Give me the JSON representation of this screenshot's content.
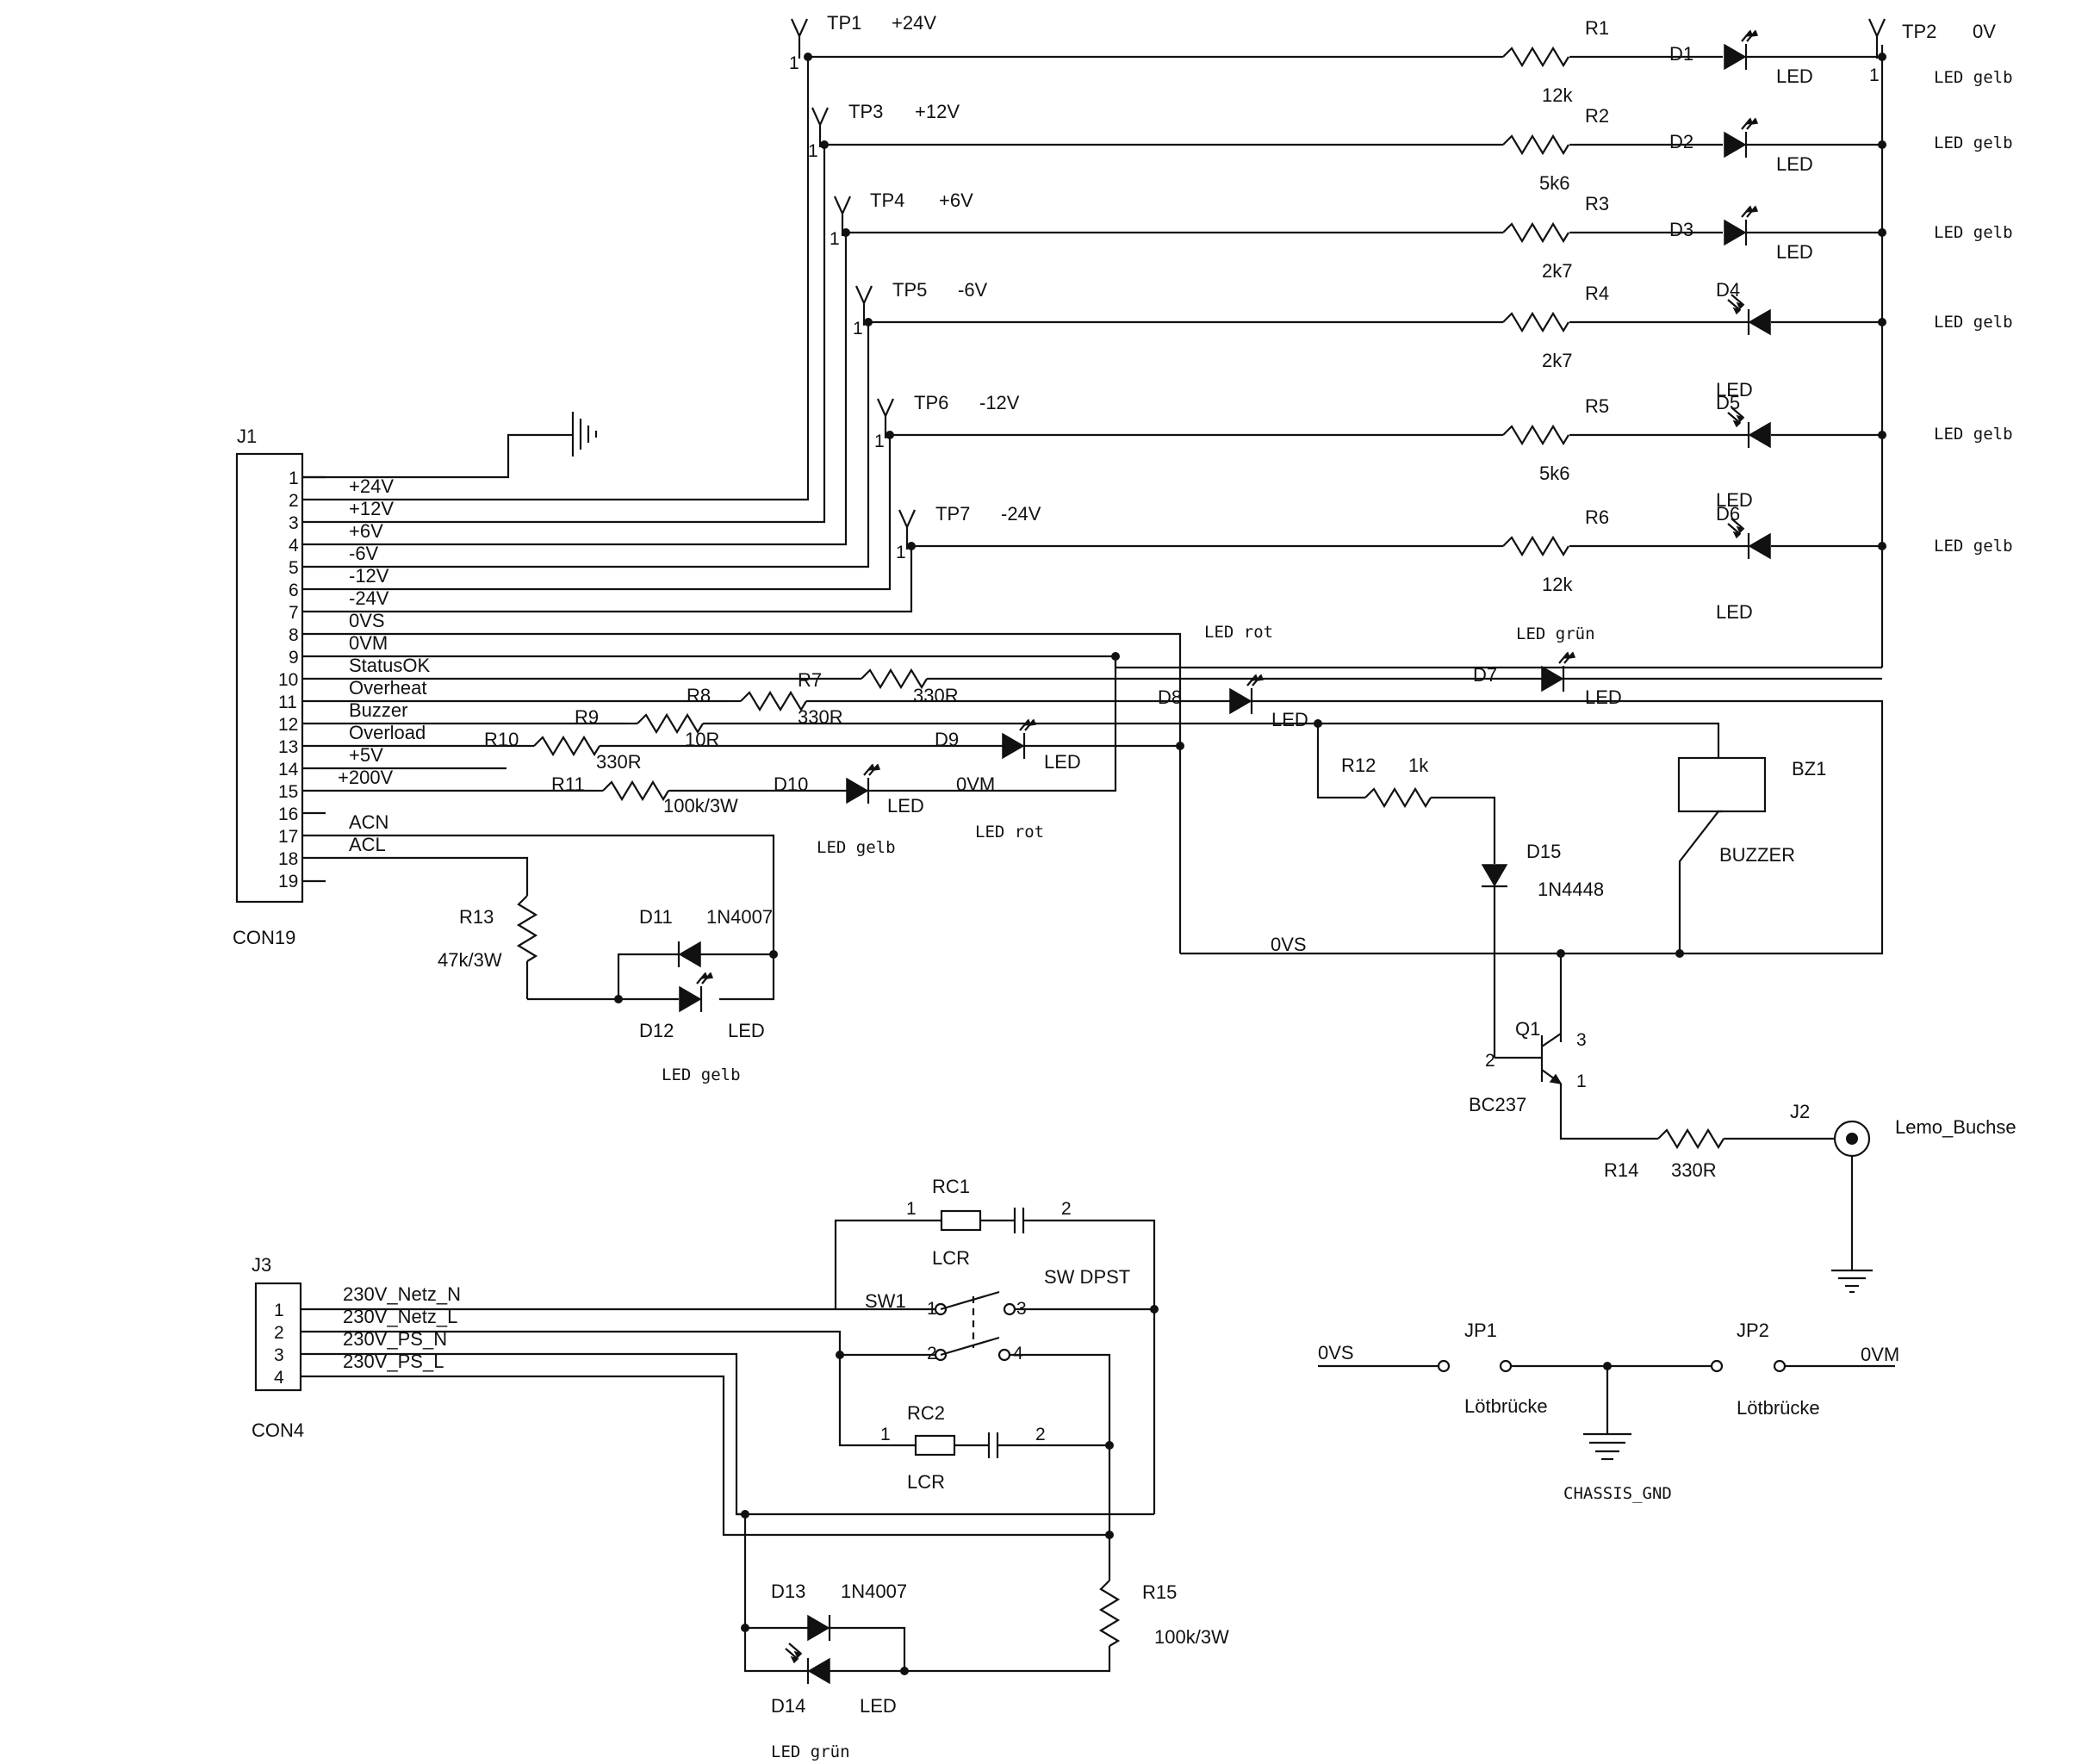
{
  "theme": {
    "ink": "#111111",
    "background": "#ffffff"
  },
  "connectors": {
    "j1": {
      "ref": "J1",
      "type": "CON19",
      "pins": [
        "1",
        "2",
        "3",
        "4",
        "5",
        "6",
        "7",
        "8",
        "9",
        "10",
        "11",
        "12",
        "13",
        "14",
        "15",
        "16",
        "17",
        "18",
        "19"
      ],
      "nets": [
        "+24V",
        "+12V",
        "+6V",
        "-6V",
        "-12V",
        "-24V",
        "0VS",
        "0VM",
        "StatusOK",
        "Overheat",
        "Buzzer",
        "Overload",
        "+5V",
        "+200V",
        "ACN",
        "ACL"
      ]
    },
    "j3": {
      "ref": "J3",
      "type": "CON4",
      "pins": [
        "1",
        "2",
        "3",
        "4"
      ],
      "nets": [
        "230V_Netz_N",
        "230V_Netz_L",
        "230V_PS_N",
        "230V_PS_L"
      ]
    },
    "j2": {
      "ref": "J2",
      "type": "Lemo_Buchse"
    }
  },
  "testpoints": [
    {
      "ref": "TP1",
      "label": "+24V"
    },
    {
      "ref": "TP2",
      "label": "0V"
    },
    {
      "ref": "TP3",
      "label": "+12V"
    },
    {
      "ref": "TP4",
      "label": "+6V"
    },
    {
      "ref": "TP5",
      "label": "-6V"
    },
    {
      "ref": "TP6",
      "label": "-12V"
    },
    {
      "ref": "TP7",
      "label": "-24V"
    }
  ],
  "resistors": [
    {
      "ref": "R1",
      "value": "12k"
    },
    {
      "ref": "R2",
      "value": "5k6"
    },
    {
      "ref": "R3",
      "value": "2k7"
    },
    {
      "ref": "R4",
      "value": "2k7"
    },
    {
      "ref": "R5",
      "value": "5k6"
    },
    {
      "ref": "R6",
      "value": "12k"
    },
    {
      "ref": "R7",
      "value": "330R"
    },
    {
      "ref": "R8",
      "value": "330R"
    },
    {
      "ref": "R9",
      "value": "10R"
    },
    {
      "ref": "R10",
      "value": "330R"
    },
    {
      "ref": "R11",
      "value": "100k/3W"
    },
    {
      "ref": "R12",
      "value": "1k"
    },
    {
      "ref": "R13",
      "value": "47k/3W"
    },
    {
      "ref": "R14",
      "value": "330R"
    },
    {
      "ref": "R15",
      "value": "100k/3W"
    }
  ],
  "diodes": [
    {
      "ref": "D1",
      "type": "LED",
      "note": "LED gelb"
    },
    {
      "ref": "D2",
      "type": "LED",
      "note": "LED gelb"
    },
    {
      "ref": "D3",
      "type": "LED",
      "note": "LED gelb"
    },
    {
      "ref": "D4",
      "type": "LED",
      "note": "LED gelb"
    },
    {
      "ref": "D5",
      "type": "LED",
      "note": "LED gelb"
    },
    {
      "ref": "D6",
      "type": "LED",
      "note": "LED gelb"
    },
    {
      "ref": "D7",
      "type": "LED",
      "note": "LED grün"
    },
    {
      "ref": "D8",
      "type": "LED",
      "note": "LED rot"
    },
    {
      "ref": "D9",
      "type": "LED",
      "note": "LED rot"
    },
    {
      "ref": "D10",
      "type": "LED",
      "note": "LED gelb"
    },
    {
      "ref": "D11",
      "type": "1N4007"
    },
    {
      "ref": "D12",
      "type": "LED",
      "note": "LED gelb"
    },
    {
      "ref": "D13",
      "type": "1N4007"
    },
    {
      "ref": "D14",
      "type": "LED",
      "note": "LED grün"
    },
    {
      "ref": "D15",
      "type": "1N4448"
    }
  ],
  "misc_labels": {
    "net_0vs": "0VS",
    "net_0vm": "0VM",
    "net_0vm_mid": "0VM",
    "buzzer": {
      "ref": "BZ1",
      "type": "BUZZER"
    },
    "transistor": {
      "ref": "Q1",
      "type": "BC237",
      "pin_b": "2",
      "pin_c": "3",
      "pin_e": "1"
    },
    "lemo": "Lemo_Buchse",
    "rc1": {
      "ref": "RC1",
      "type": "LCR",
      "p1": "1",
      "p2": "2"
    },
    "rc2": {
      "ref": "RC2",
      "type": "LCR",
      "p1": "1",
      "p2": "2"
    },
    "sw1": {
      "ref": "SW1",
      "type": "SW DPST",
      "p1": "1",
      "p2": "2",
      "p3": "3",
      "p4": "4"
    },
    "jp1": {
      "ref": "JP1",
      "type": "Lötbrücke"
    },
    "jp2": {
      "ref": "JP2",
      "type": "Lötbrücke"
    },
    "chassis": "CHASSIS_GND",
    "tp_pin": "1"
  }
}
